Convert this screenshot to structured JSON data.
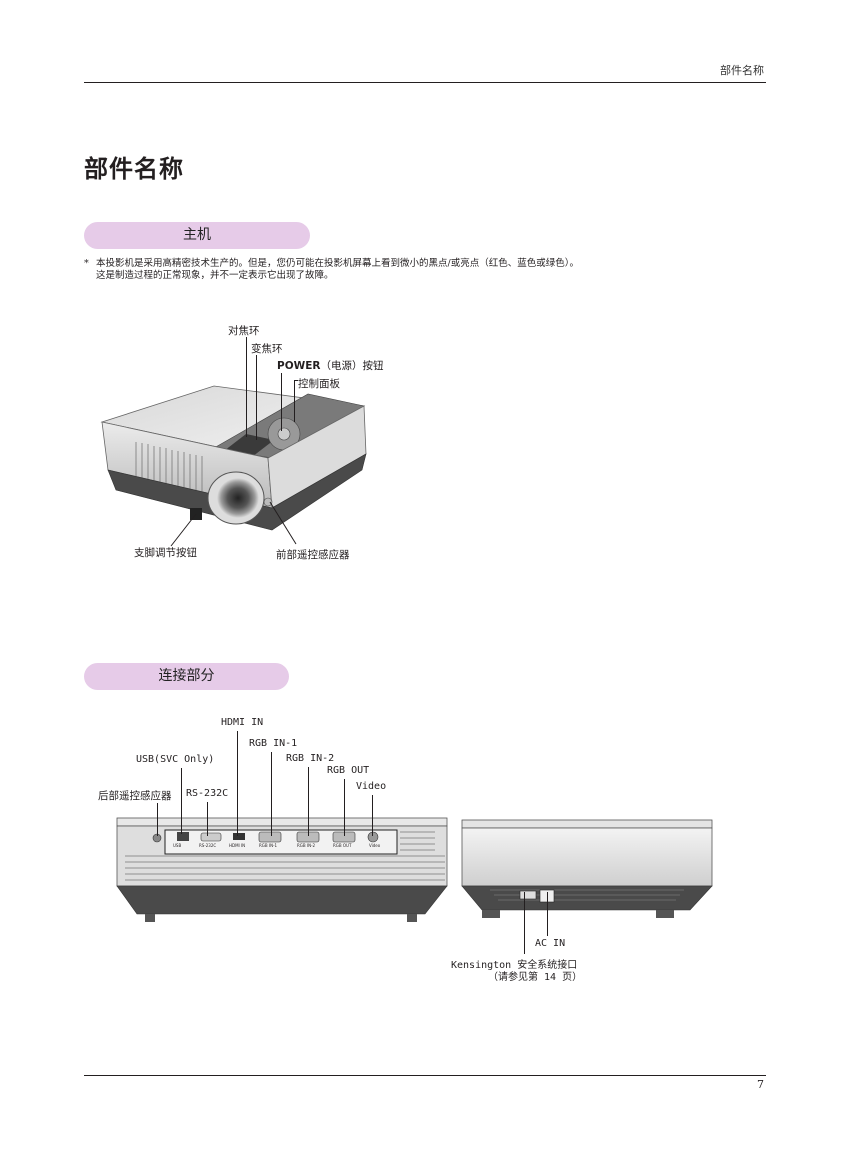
{
  "header": {
    "section_title": "部件名称"
  },
  "page": {
    "title": "部件名称",
    "number": "7"
  },
  "main_unit": {
    "heading": "主机",
    "note_marker": "*",
    "note_line1": "本投影机是采用高精密技术生产的。但是，您仍可能在投影机屏幕上看到微小的黑点/或亮点（红色、蓝色或绿色）。",
    "note_line2": "这是制造过程的正常现象，并不一定表示它出现了故障。",
    "labels": {
      "focus_ring": "对焦环",
      "zoom_ring": "变焦环",
      "power_prefix": "POWER",
      "power_suffix": "（电源）按钮",
      "control_panel": "控制面板",
      "foot_button": "支脚调节按钮",
      "front_sensor": "前部遥控感应器"
    }
  },
  "connections": {
    "heading": "连接部分",
    "labels": {
      "hdmi_in": "HDMI IN",
      "rgb_in1": "RGB IN-1",
      "rgb_in2": "RGB IN-2",
      "rgb_out": "RGB OUT",
      "usb": "USB(SVC Only)",
      "video": "Video",
      "rear_sensor": "后部遥控感应器",
      "rs232c": "RS-232C",
      "ac_in": "AC IN",
      "kensington": "Kensington 安全系统接口",
      "kensington_ref": "（请参见第 14 页）"
    },
    "panel_labels": [
      "USB",
      "RS-232C",
      "HDMI IN",
      "RGB IN-1",
      "RGB IN-2",
      "RGB OUT",
      "Video"
    ]
  }
}
